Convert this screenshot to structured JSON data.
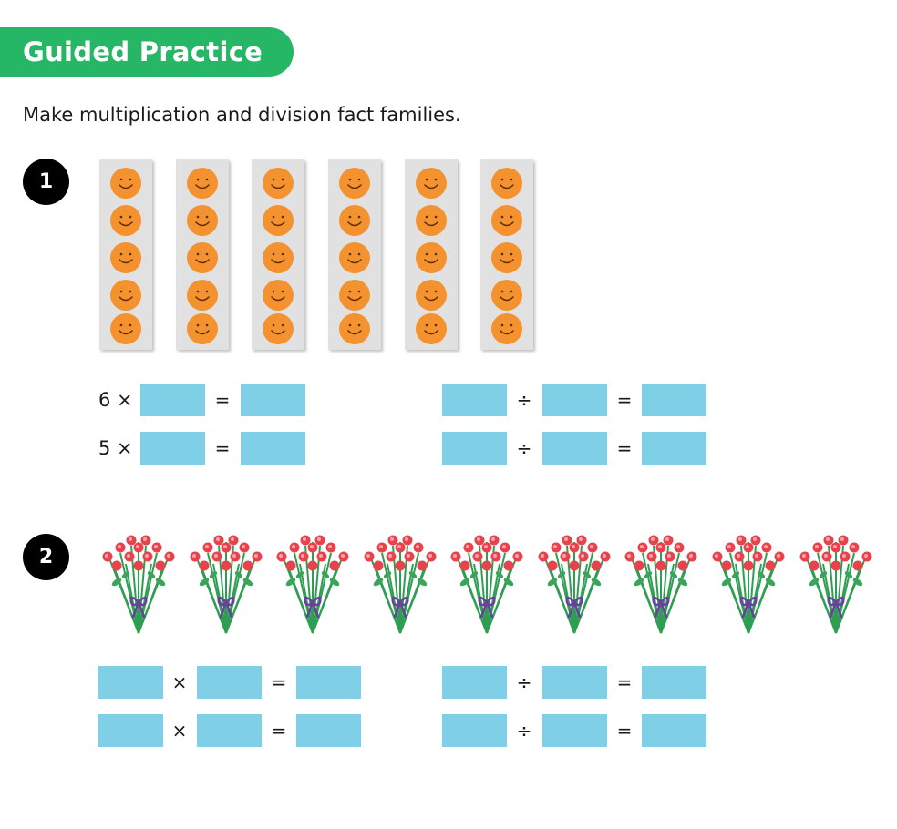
{
  "header": {
    "title": "Guided Practice"
  },
  "instruction": "Make multiplication and division fact families.",
  "questions": [
    {
      "number": "1",
      "groups": 6,
      "items_per_group": 5,
      "item_icon": "smiley-face-icon",
      "rows": [
        {
          "mult_left": "6 ×",
          "eq": "=",
          "div": "÷",
          "div_eq": "="
        },
        {
          "mult_left": "5 ×",
          "eq": "=",
          "div": "÷",
          "div_eq": "="
        }
      ]
    },
    {
      "number": "2",
      "groups": 9,
      "item_icon": "flower-bouquet-icon",
      "rows": [
        {
          "times": "×",
          "eq": "=",
          "div": "÷",
          "div_eq": "="
        },
        {
          "times": "×",
          "eq": "=",
          "div": "÷",
          "div_eq": "="
        }
      ]
    }
  ],
  "colors": {
    "banner": "#26b766",
    "answer_box": "#7fd0e6",
    "strip": "#e1e1e1",
    "face": "#f3922f",
    "flower": "#e8434d"
  }
}
